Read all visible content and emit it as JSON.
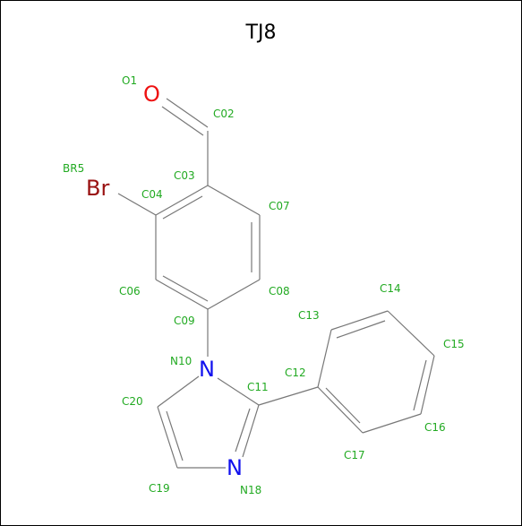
{
  "title": "TJ8",
  "colors": {
    "bond": "#777777",
    "label": "#22aa22",
    "oxygen": "#ee1111",
    "bromine": "#991111",
    "nitrogen": "#1111ee",
    "border": "#000000"
  },
  "elements": {
    "O1": "O",
    "BR5": "Br",
    "N10": "N",
    "N18": "N"
  },
  "atoms": {
    "O1": "O1",
    "C02": "C02",
    "C03": "C03",
    "C04": "C04",
    "BR5": "BR5",
    "C06": "C06",
    "C07": "C07",
    "C08": "C08",
    "C09": "C09",
    "N10": "N10",
    "C11": "C11",
    "C12": "C12",
    "C13": "C13",
    "C14": "C14",
    "C15": "C15",
    "C16": "C16",
    "C17": "C17",
    "N18": "N18",
    "C19": "C19",
    "C20": "C20"
  }
}
